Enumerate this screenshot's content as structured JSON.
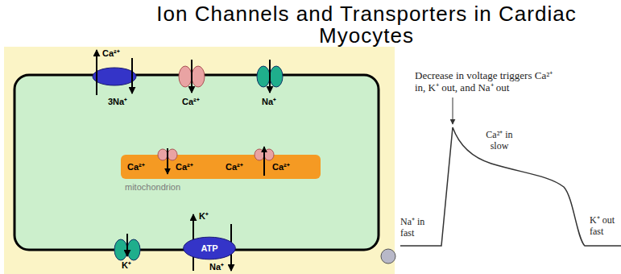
{
  "diagram": {
    "title": "Ion Channels and Transporters in Cardiac Myocytes",
    "nodes": [
      {
        "text": [
          "Ca²⁺",
          "Ca²⁺",
          "Ca²⁺",
          "Ca²⁺",
          "mitochondrion"
        ]
      },
      {
        "text": [
          "ATP"
        ]
      }
    ],
    "labels": [
      "Ca²⁺",
      "3Na⁺",
      "Ca²⁺",
      "Na⁺",
      "K⁺",
      "K⁺",
      "Na⁺",
      "Decrease in voltage triggers Ca²⁺ in, K⁺ out, and Na⁺ out",
      "Ca²⁺ in slow",
      "Na⁺ in fast",
      "K⁺ out fast"
    ]
  }
}
